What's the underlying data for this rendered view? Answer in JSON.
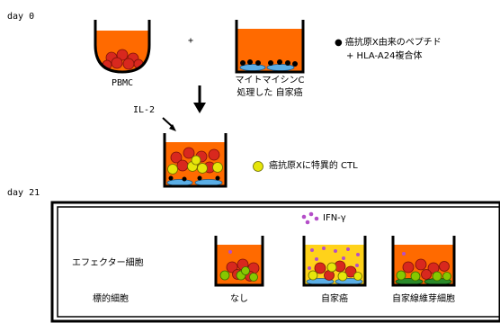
{
  "stage1": {
    "day_label": "day 0",
    "pbmc_label": "PBMC",
    "plus": "+",
    "mitomycin_label_line1": "マイトマイシンC",
    "mitomycin_label_line2": "処理した 自家癌",
    "legend_peptide_line1": "● 癌抗原X由来のペプチド",
    "legend_peptide_line2": "+ HLA-A24複合体",
    "il2_label": "IL-2",
    "legend_ctl": "癌抗原Xに特異的 CTL"
  },
  "stage2": {
    "day_label": "day 21",
    "ifn_label": "IFN-γ",
    "effector_label": "エフェクター細胞",
    "target_label": "標的細胞",
    "well_labels": [
      "なし",
      "自家癌",
      "自家線維芽細胞"
    ]
  },
  "colors": {
    "medium": "#ff6a00",
    "medium_yellow": "#ffd21a",
    "red_cell": "#d8281e",
    "yellow_cell": "#e6e60a",
    "green_cell": "#86c800",
    "cancer_cell": "#5aaee6",
    "fibroblast": "#2a8a2a",
    "ifn_dot": "#b44ec8"
  }
}
